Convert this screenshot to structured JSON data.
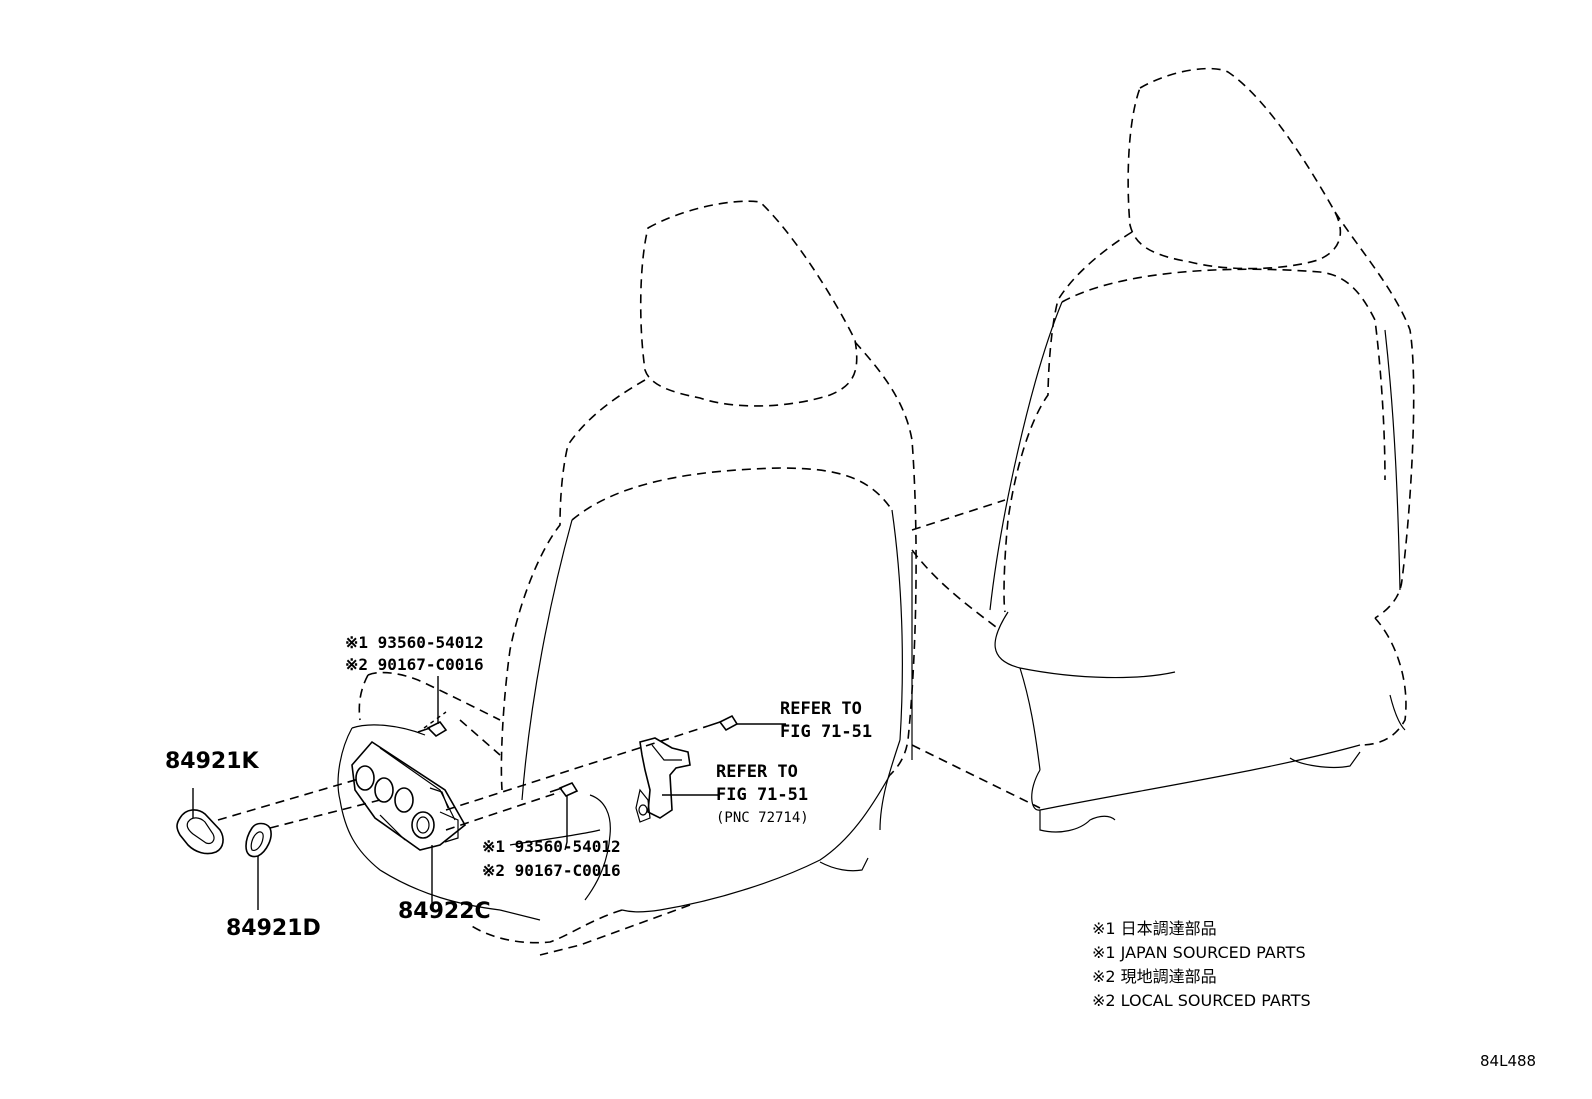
{
  "diagram": {
    "parts": {
      "p84921K": "84921K",
      "p84921D": "84921D",
      "p84922C": "84922C"
    },
    "callouts": {
      "upper": {
        "line1": "※1 93560-54012",
        "line2": "※2 90167-C0016"
      },
      "lower": {
        "line1": "※1 93560-54012",
        "line2": "※2 90167-C0016"
      }
    },
    "refer_top": {
      "line1": "REFER TO",
      "line2": "FIG 71-51"
    },
    "refer_bottom": {
      "line1": "REFER TO",
      "line2": "FIG 71-51",
      "line3": "(PNC 72714)"
    },
    "legend": [
      "※1 日本調達部品",
      "※1 JAPAN SOURCED PARTS",
      "※2 現地調達部品",
      "※2 LOCAL SOURCED PARTS"
    ],
    "illustration_code": "84L488"
  }
}
